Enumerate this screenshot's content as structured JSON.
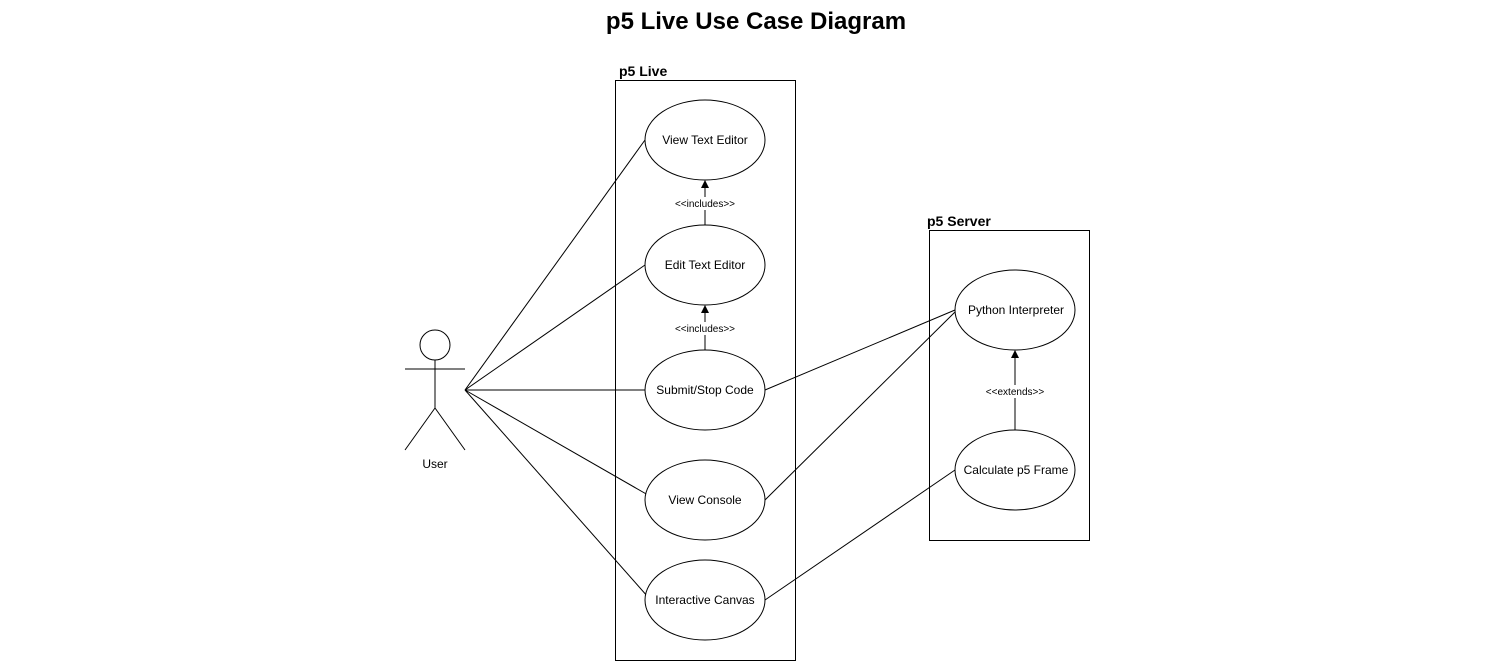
{
  "title": "p5 Live Use Case Diagram",
  "actor": {
    "label": "User"
  },
  "boundaries": {
    "p5_live": {
      "label": "p5 Live"
    },
    "p5_server": {
      "label": "p5 Server"
    }
  },
  "use_cases": {
    "view_text_editor": "View Text Editor",
    "edit_text_editor": "Edit Text Editor",
    "submit_stop_code": "Submit/Stop Code",
    "view_console": "View Console",
    "interactive_canvas": "Interactive Canvas",
    "python_interpreter": "Python Interpreter",
    "calculate_p5_frame": "Calculate p5 Frame"
  },
  "relationships": {
    "includes_1": "<<includes>>",
    "includes_2": "<<includes>>",
    "extends_1": "<<extends>>"
  },
  "colors": {
    "stroke": "#000000",
    "background": "#ffffff"
  }
}
